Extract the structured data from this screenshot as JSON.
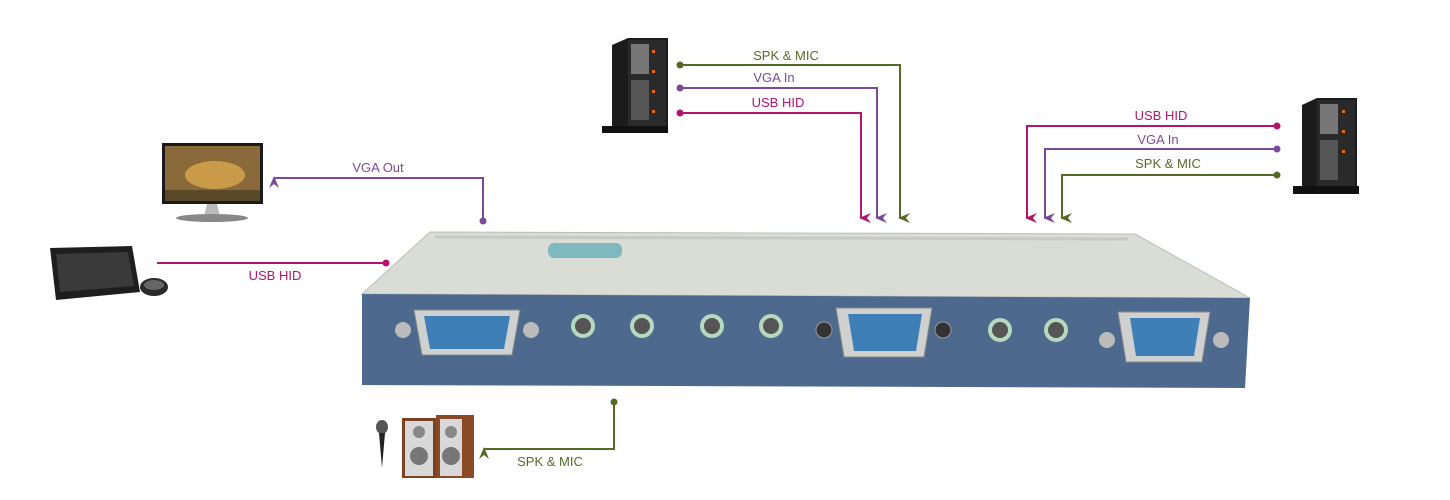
{
  "colors": {
    "usb": "#b3156e",
    "vga": "#7a4a98",
    "audio": "#566a28",
    "device_front": "#4d6a8e",
    "device_top": "#d9ddd6",
    "vga_port": "#3f7fb8"
  },
  "labels": {
    "top_server": {
      "spk": "SPK & MIC",
      "vga": "VGA In",
      "usb": "USB HID"
    },
    "right_server": {
      "usb": "USB HID",
      "vga": "VGA In",
      "spk": "SPK & MIC"
    },
    "monitor": "VGA Out",
    "keyboard": "USB HID",
    "speakers": "SPK & MIC"
  }
}
